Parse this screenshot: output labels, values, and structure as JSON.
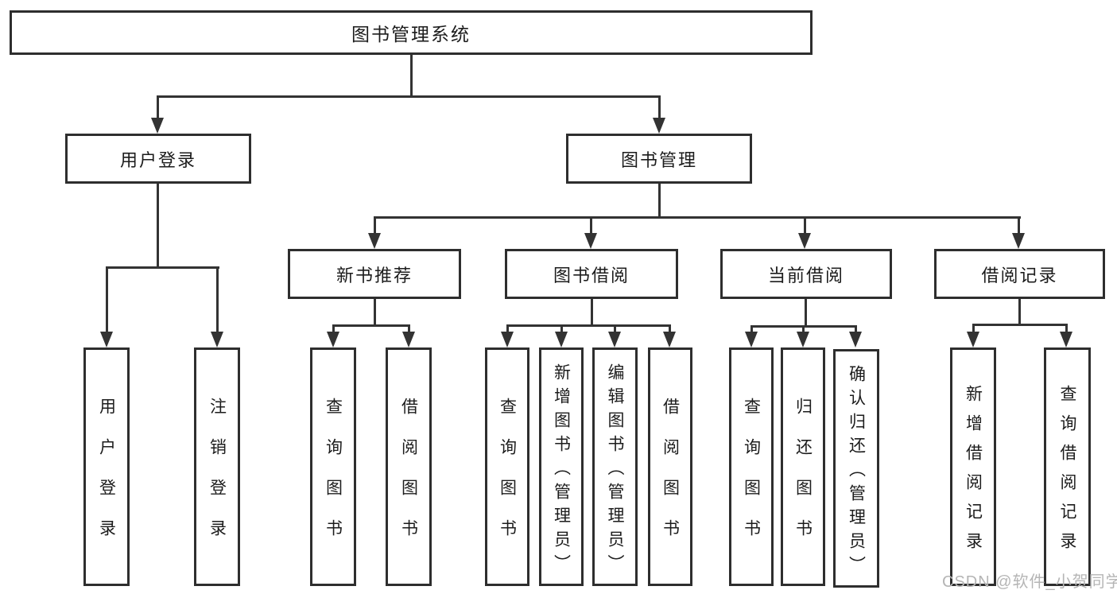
{
  "diagram_type": "hierarchy-org-chart",
  "colors": {
    "box_border": "#2e2e2e",
    "connector_line": "#333333",
    "text": "#1c1c1c",
    "watermark": "#b5b5b5",
    "background": "#ffffff"
  },
  "tree": {
    "label": "图书管理系统",
    "children": [
      {
        "label": "用户登录",
        "children": [
          {
            "label": "用户登录"
          },
          {
            "label": "注销登录"
          }
        ]
      },
      {
        "label": "图书管理",
        "children": [
          {
            "label": "新书推荐",
            "children": [
              {
                "label": "查询图书"
              },
              {
                "label": "借阅图书"
              }
            ]
          },
          {
            "label": "图书借阅",
            "children": [
              {
                "label": "查询图书"
              },
              {
                "label": "新增图书（管理员）"
              },
              {
                "label": "编辑图书（管理员）"
              },
              {
                "label": "借阅图书"
              }
            ]
          },
          {
            "label": "当前借阅",
            "children": [
              {
                "label": "查询图书"
              },
              {
                "label": "归还图书"
              },
              {
                "label": "确认归还（管理员）"
              }
            ]
          },
          {
            "label": "借阅记录",
            "children": [
              {
                "label": "新增借阅记录"
              },
              {
                "label": "查询借阅记录"
              }
            ]
          }
        ]
      }
    ]
  },
  "watermark": {
    "text": "CSDN @软件_小贺同学"
  }
}
